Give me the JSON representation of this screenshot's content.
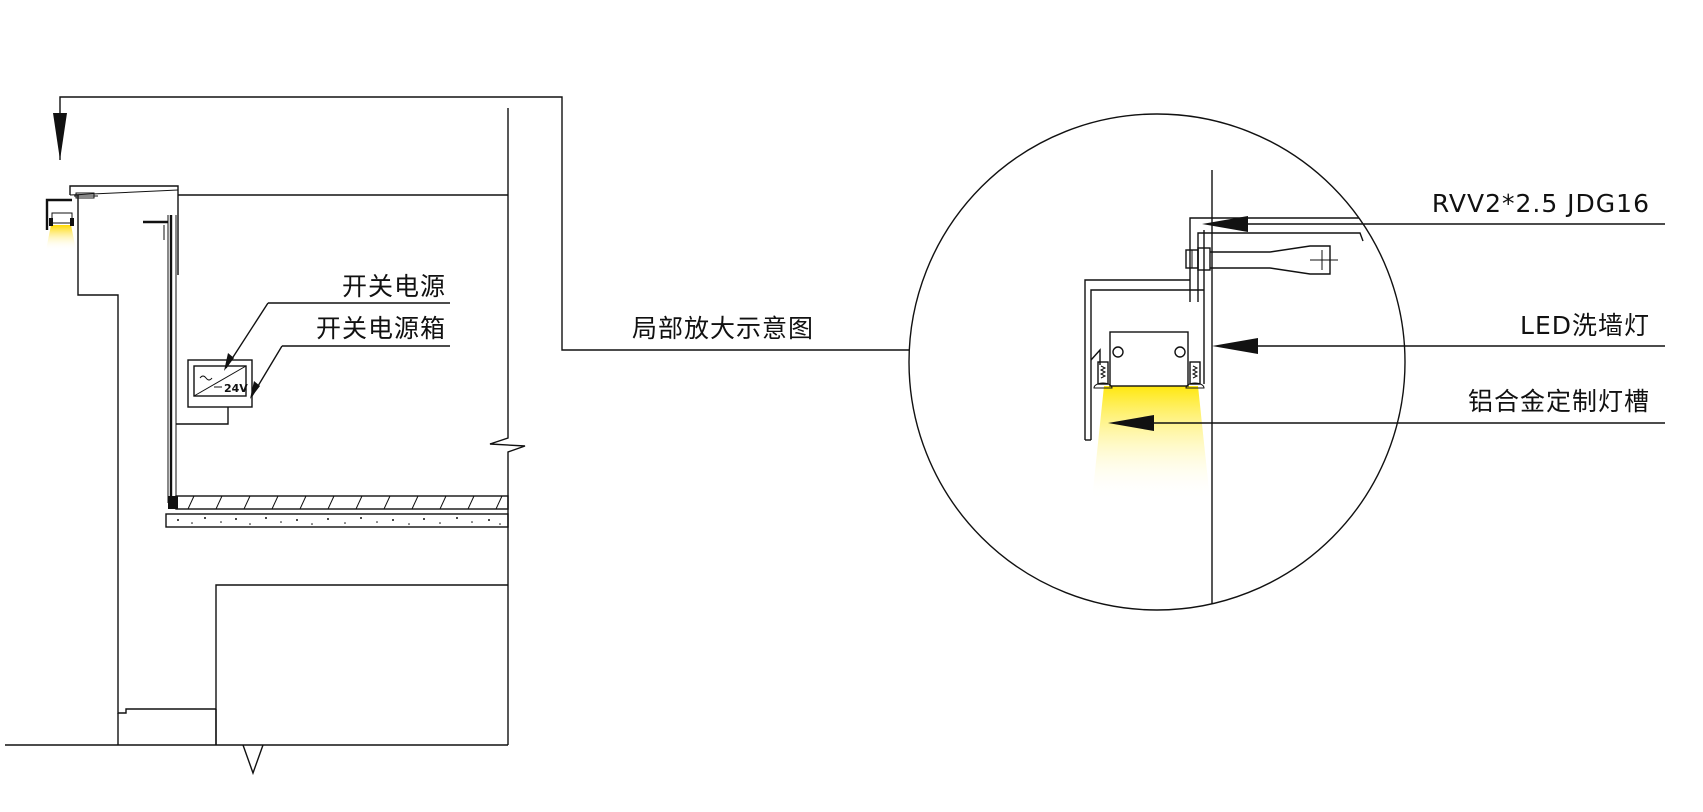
{
  "labels": {
    "switch_power": "开关电源",
    "switch_power_box": "开关电源箱",
    "detail_view": "局部放大示意图",
    "cable_spec": "RVV2*2.5 JDG16",
    "led_wall_washer": "LED洗墙灯",
    "aluminum_slot": "铝合金定制灯槽",
    "voltage": "24V"
  },
  "colors": {
    "line": "#111111",
    "light_start": "#ffe600",
    "light_end": "#ffffff"
  }
}
